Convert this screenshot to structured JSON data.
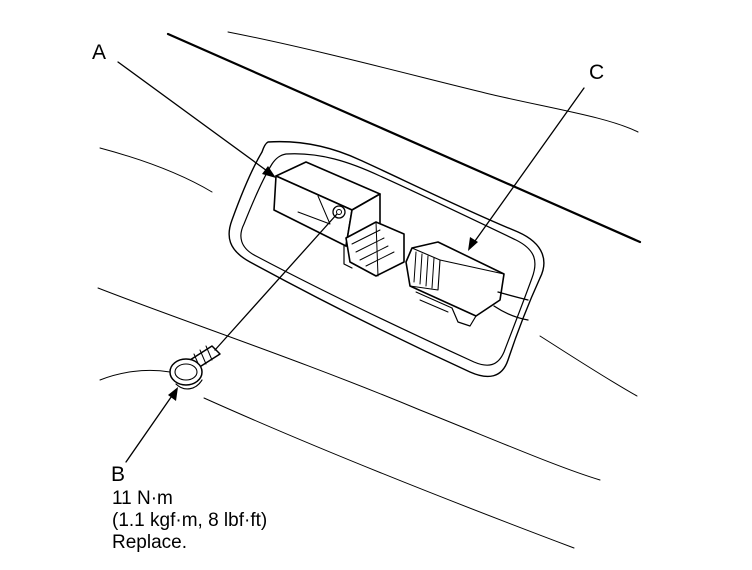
{
  "callouts": {
    "a": "A",
    "b": "B",
    "c": "C"
  },
  "fastener": {
    "torque_nm": "11 N·m",
    "torque_alt": "(1.1 kgf·m, 8 lbf·ft)",
    "note": "Replace."
  },
  "colors": {
    "line": "#000000",
    "background": "#ffffff"
  }
}
